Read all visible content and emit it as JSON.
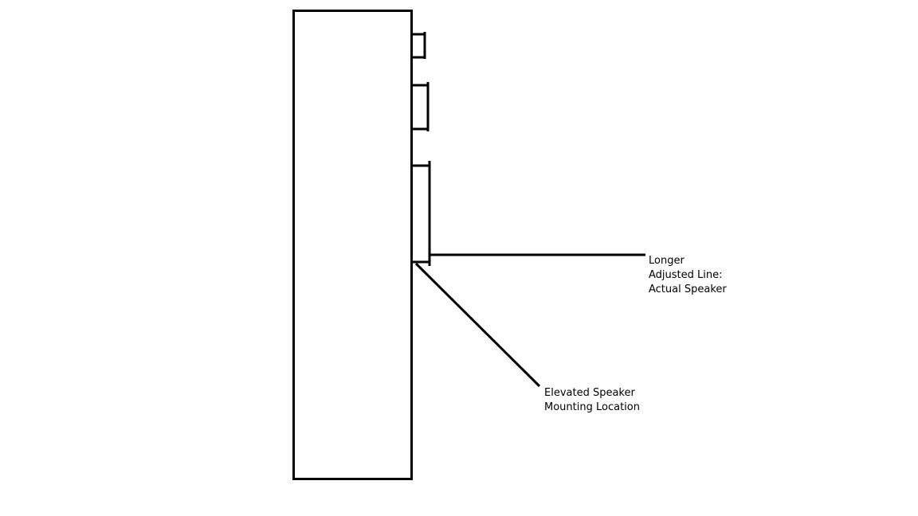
{
  "diagram": {
    "labels": {
      "actual_speaker": {
        "line1": "Longer",
        "line2": "Adjusted Line:",
        "line3": "Actual Speaker"
      },
      "elevated_mount": {
        "line1": "Elevated Speaker",
        "line2": "Mounting Location"
      }
    },
    "colors": {
      "stroke": "#000000",
      "background": "#ffffff"
    }
  }
}
